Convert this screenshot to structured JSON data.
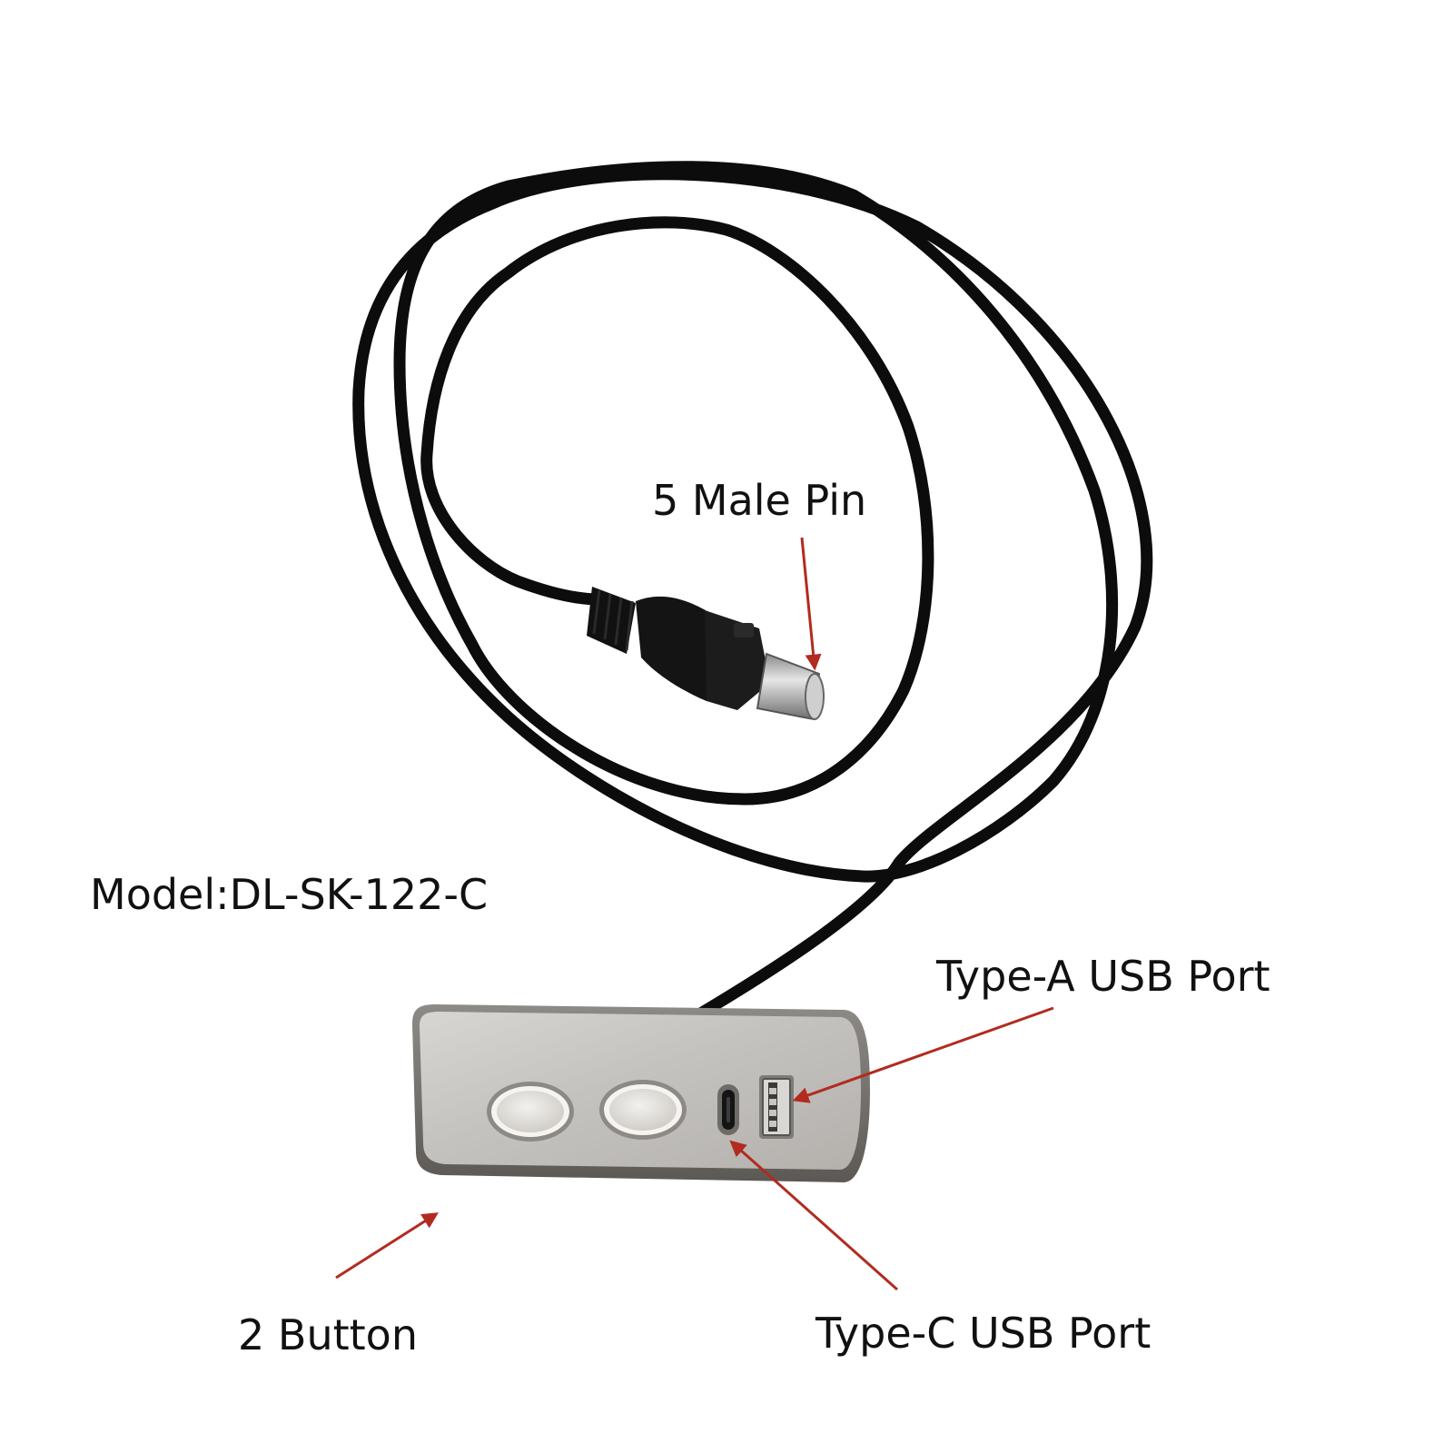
{
  "labels": {
    "pin": "5 Male Pin",
    "model": "Model:DL-SK-122-C",
    "type_a": "Type-A USB Port",
    "buttons": "2 Button",
    "type_c": "Type-C USB Port"
  },
  "colors": {
    "background": "#ffffff",
    "cable": "#0c0c0c",
    "arrow": "#b22b1f",
    "panel": "#c9c7c4",
    "text": "#111111"
  }
}
